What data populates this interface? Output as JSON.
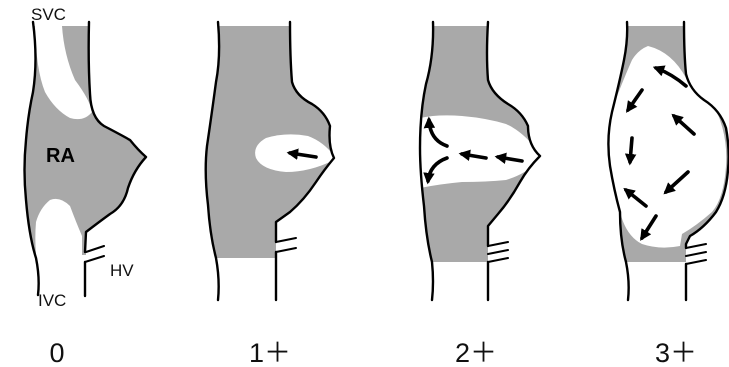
{
  "figure": {
    "labels": {
      "svc": "SVC",
      "ra": "RA",
      "hv": "HV",
      "ivc": "IVC"
    },
    "panels": [
      {
        "grade": "0",
        "jet": "none"
      },
      {
        "grade": "1＋",
        "jet": "small"
      },
      {
        "grade": "2＋",
        "jet": "medium"
      },
      {
        "grade": "3＋",
        "jet": "large"
      }
    ],
    "colors": {
      "chamber_fill": "#a9a9a9",
      "jet_fill": "#ffffff",
      "outline": "#000000"
    }
  }
}
